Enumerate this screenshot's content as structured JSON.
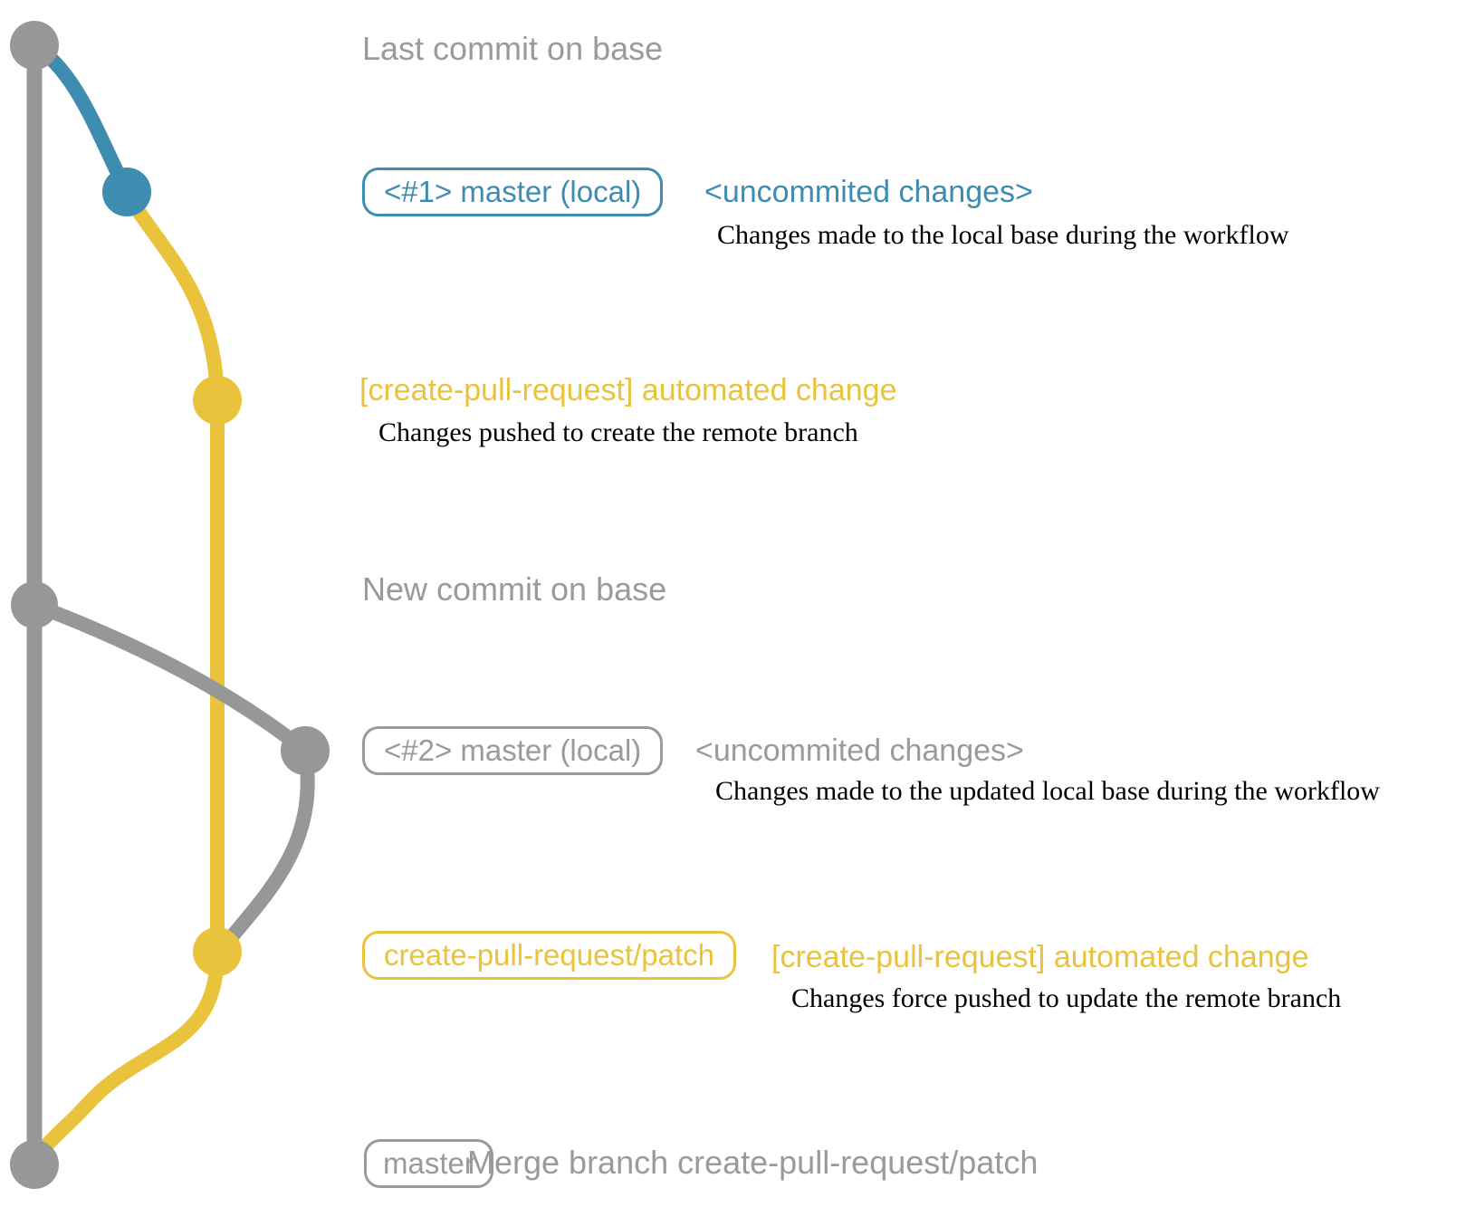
{
  "colors": {
    "base_branch": "#979797",
    "local_branch": "#3e8cb0",
    "patch_branch": "#e9c33c",
    "muted_text": "#9a9a9a",
    "description_text": "#000000"
  },
  "rows": {
    "last_commit": {
      "label": "Last commit on base"
    },
    "commit1": {
      "badge": "<#1> master (local)",
      "tag": "<uncommited changes>",
      "desc": "Changes made to the local base during the workflow"
    },
    "push1": {
      "title": "[create-pull-request] automated change",
      "desc": "Changes pushed to create the remote branch"
    },
    "new_commit": {
      "label": "New commit on base"
    },
    "commit2": {
      "badge": "<#2> master (local)",
      "tag": "<uncommited changes>",
      "desc": "Changes made to the updated local base during the workflow"
    },
    "push2": {
      "badge": "create-pull-request/patch",
      "tag": "[create-pull-request] automated change",
      "desc": "Changes force pushed to update the remote branch"
    },
    "merge": {
      "badge": "master",
      "tag": "Merge branch create-pull-request/patch"
    }
  }
}
